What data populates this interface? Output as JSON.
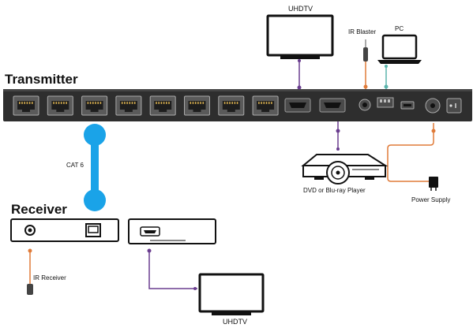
{
  "headings": {
    "transmitter": "Transmitter",
    "receiver": "Receiver"
  },
  "labels": {
    "uhdtv_top": "UHDTV",
    "ir_blaster": "IR Blaster",
    "pc": "PC",
    "cat6": "CAT 6",
    "dvd_player": "DVD or Blu-ray Player",
    "power_supply": "Power Supply",
    "ir_receiver": "IR Receiver",
    "uhdtv_bottom": "UHDTV"
  },
  "devices": {
    "transmitter_rj45_port_count": 8,
    "transmitter_hdmi_port_count": 2
  },
  "cable_colors": {
    "hdmi": "#6a3d8f",
    "ir_blaster": "#e07b39",
    "pc_link": "#5ab4ac",
    "power": "#e07b39",
    "cat6": "#1aa3e8",
    "ir_receiver": "#e07b39"
  },
  "icons": {
    "tv": "tv-icon",
    "laptop": "laptop-icon",
    "player": "disc-player-icon",
    "adapter": "power-adapter-icon",
    "ir_emitter": "ir-emitter-icon"
  }
}
